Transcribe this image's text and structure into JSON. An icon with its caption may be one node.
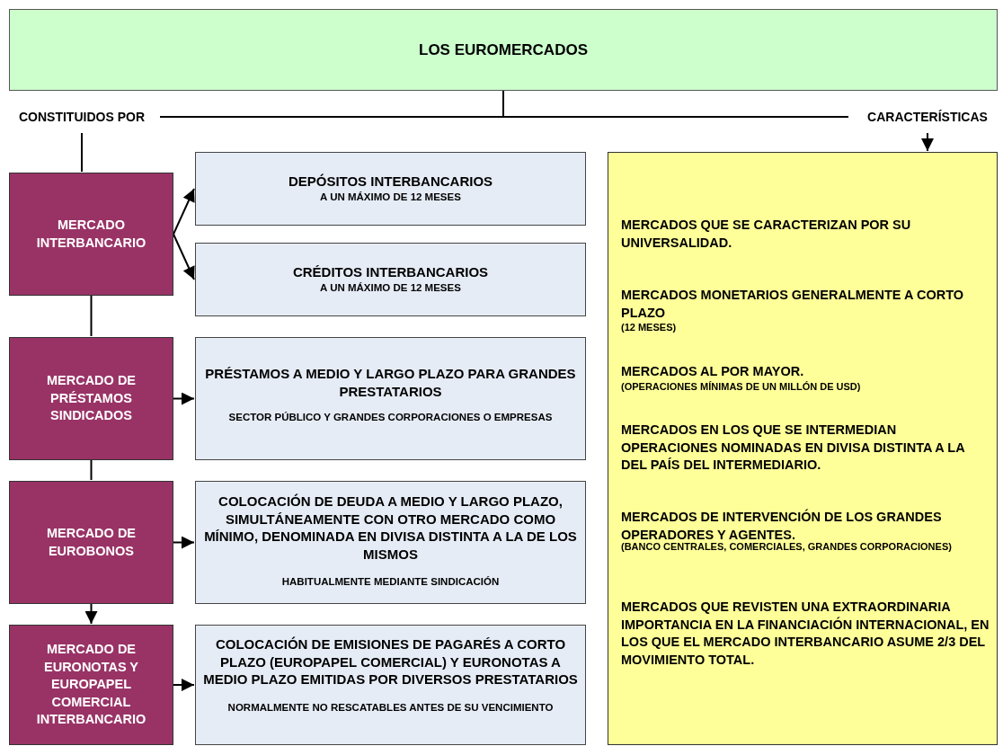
{
  "diagram": {
    "nodes": [
      {
        "text": [
          "LOS EUROMERCADOS"
        ]
      },
      {
        "text": [
          "CONSTITUIDOS POR"
        ]
      },
      {
        "text": [
          "CARACTERÍSTICAS"
        ]
      },
      {
        "text": [
          "MERCADO INTERBANCARIO"
        ]
      },
      {
        "text": [
          "DEPÓSITOS INTERBANCARIOS",
          "A UN MÁXIMO DE 12 MESES"
        ]
      },
      {
        "text": [
          "CRÉDITOS INTERBANCARIOS",
          "A UN MÁXIMO DE 12 MESES"
        ]
      },
      {
        "text": [
          "MERCADO DE PRÉSTAMOS SINDICADOS"
        ]
      },
      {
        "text": [
          "PRÉSTAMOS A MEDIO Y LARGO PLAZO PARA GRANDES PRESTATARIOS",
          "SECTOR PÚBLICO Y GRANDES CORPORACIONES O EMPRESAS"
        ]
      },
      {
        "text": [
          "MERCADO DE EUROBONOS"
        ]
      },
      {
        "text": [
          "COLOCACIÓN DE DEUDA A MEDIO Y LARGO PLAZO, SIMULTÁNEAMENTE CON OTRO MERCADO COMO MÍNIMO, DENOMINADA EN DIVISA DISTINTA A LA DE LOS MISMOS",
          "HABITUALMENTE MEDIANTE SINDICACIÓN"
        ]
      },
      {
        "text": [
          "MERCADO DE EURONOTAS Y EUROPAPEL COMERCIAL INTERBANCARIO"
        ]
      },
      {
        "text": [
          "COLOCACIÓN DE EMISIONES DE PAGARÉS A CORTO PLAZO (EUROPAPEL COMERCIAL) Y EURONOTAS A MEDIO PLAZO EMITIDAS POR DIVERSOS PRESTATARIOS",
          "NORMALMENTE NO RESCATABLES ANTES DE SU VENCIMIENTO"
        ]
      },
      {
        "text": [
          "MERCADOS QUE SE CARACTERIZAN POR SU UNIVERSALIDAD.",
          "MERCADOS MONETARIOS GENERALMENTE A CORTO PLAZO",
          "(12 MESES)",
          "MERCADOS AL POR MAYOR.",
          "(OPERACIONES MÍNIMAS DE UN MILLÓN DE USD)",
          "MERCADOS EN LOS QUE SE INTERMEDIAN OPERACIONES NOMINADAS EN DIVISA DISTINTA A LA DEL PAÍS DEL INTERMEDIARIO.",
          "MERCADOS DE INTERVENCIÓN DE LOS GRANDES OPERADORES Y AGENTES.",
          "(BANCO CENTRALES, COMERCIALES, GRANDES CORPORACIONES)",
          "MERCADOS QUE REVISTEN UNA EXTRAORDINARIA IMPORTANCIA EN LA FINANCIACIÓN INTERNACIONAL, EN LOS QUE EL MERCADO INTERBANCARIO ASUME 2/3 DEL MOVIMIENTO TOTAL."
        ]
      }
    ],
    "edges": [
      {
        "from": 0,
        "to": 1,
        "arrow": "none"
      },
      {
        "from": 0,
        "to": 2,
        "arrow": "none"
      },
      {
        "from": 1,
        "to": 3,
        "arrow": "none"
      },
      {
        "from": 2,
        "to": 12,
        "arrow": "to"
      },
      {
        "from": 3,
        "to": 4,
        "arrow": "to"
      },
      {
        "from": 3,
        "to": 5,
        "arrow": "to"
      },
      {
        "from": 3,
        "to": 6,
        "arrow": "none"
      },
      {
        "from": 6,
        "to": 7,
        "arrow": "to"
      },
      {
        "from": 6,
        "to": 8,
        "arrow": "none"
      },
      {
        "from": 8,
        "to": 9,
        "arrow": "to"
      },
      {
        "from": 8,
        "to": 10,
        "arrow": "to"
      },
      {
        "from": 10,
        "to": 11,
        "arrow": "to"
      }
    ]
  }
}
